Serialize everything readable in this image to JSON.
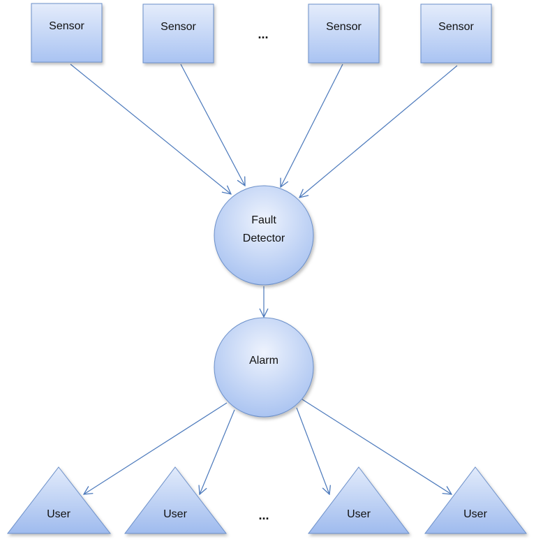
{
  "colors": {
    "shape_fill_top": "#dfe9fb",
    "shape_fill_bottom": "#a7c2f1",
    "shape_stroke": "#6b8fc9",
    "edge": "#4a78bb"
  },
  "sensors": [
    {
      "label": "Sensor"
    },
    {
      "label": "Sensor"
    },
    {
      "label": "Sensor"
    },
    {
      "label": "Sensor"
    }
  ],
  "sensors_ellipsis": "...",
  "fault_detector": {
    "line1": "Fault",
    "line2": "Detector"
  },
  "alarm": {
    "label": "Alarm"
  },
  "users": [
    {
      "label": "User"
    },
    {
      "label": "User"
    },
    {
      "label": "User"
    },
    {
      "label": "User"
    }
  ],
  "users_ellipsis": "..."
}
